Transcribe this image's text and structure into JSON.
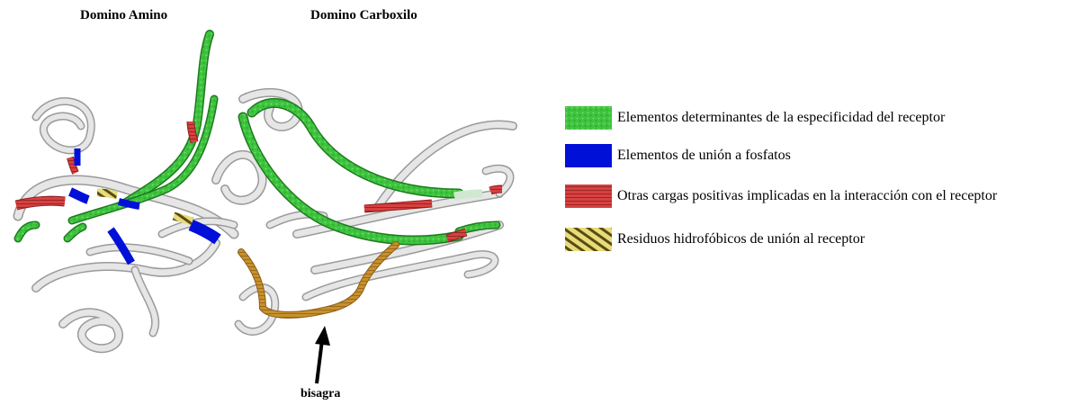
{
  "labels": {
    "amino": "Domino Amino",
    "carboxilo": "Domino Carboxilo",
    "hinge": "bisagra"
  },
  "legend": [
    {
      "text": "Elementos determinantes de la especificidad del receptor",
      "color": "#3ec43e",
      "pattern": "speckle"
    },
    {
      "text": "Elementos de unión a fosfatos",
      "color": "#0010d8",
      "pattern": "solid"
    },
    {
      "text": "Otras cargas positivas implicadas en la interacción con el receptor",
      "color": "#d84040",
      "pattern": "stripes"
    },
    {
      "text": "Residuos hidrofóbicos de unión al receptor",
      "color": "#c9b84a",
      "pattern": "zebra"
    }
  ],
  "colors": {
    "ribbon": "#e6e6e6",
    "ribbon_edge": "#9a9a9a",
    "green": "#3ec43e",
    "blue": "#0010d8",
    "red": "#d84040",
    "hinge": "#c8912e",
    "yellow": "#c9b84a"
  }
}
